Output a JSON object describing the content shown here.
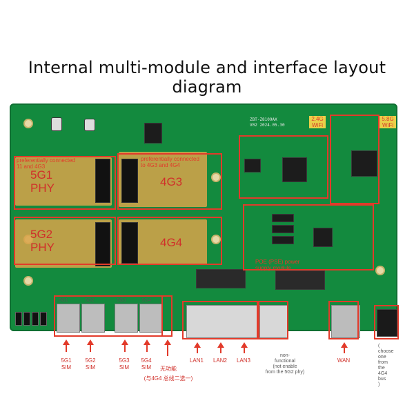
{
  "title": "Internal multi-module and interface layout diagram",
  "board_marking": {
    "line1": "ZBT-Z8109AX",
    "line2": "V02 2024.05.30"
  },
  "modules": {
    "m5g1": {
      "name": "5G1\nPHY",
      "note": "preferentially connected\n11 and 4G3"
    },
    "m4g3": {
      "name": "4G3",
      "note": "preferentially connected\nto 4G3 and 4G4"
    },
    "m5g2": {
      "name": "5G2\nPHY"
    },
    "m4g4": {
      "name": "4G4"
    }
  },
  "wifi": {
    "w24": "2.4G\nWiFi",
    "w58": "5.8G\nWiFi"
  },
  "poe": {
    "label": "POE (PSE) power\nsupply module"
  },
  "sim_labels": [
    {
      "top": "5G1",
      "label": "5G1\nSIM"
    },
    {
      "top": "5G2",
      "label": "5G2\nSIM"
    },
    {
      "top": "5G3",
      "label": "5G3\nSIM"
    },
    {
      "top": "5G4",
      "label": "5G4\nSIM"
    }
  ],
  "no_function": {
    "label": "无功能",
    "sub": "(与4G4 总线二选一)"
  },
  "lan_labels": [
    "LAN1",
    "LAN2",
    "LAN3"
  ],
  "non_function": "non-\nfunctional\n(not enable\nfrom the 5G2 phy)",
  "wan_label": "WAN",
  "choose_label": "(\nchoose\none\nfrom\nthe\n4G4\nbus\n)",
  "colors": {
    "board": "#138a3e",
    "accent": "#e23a2a",
    "pad": "#d9a34a"
  }
}
